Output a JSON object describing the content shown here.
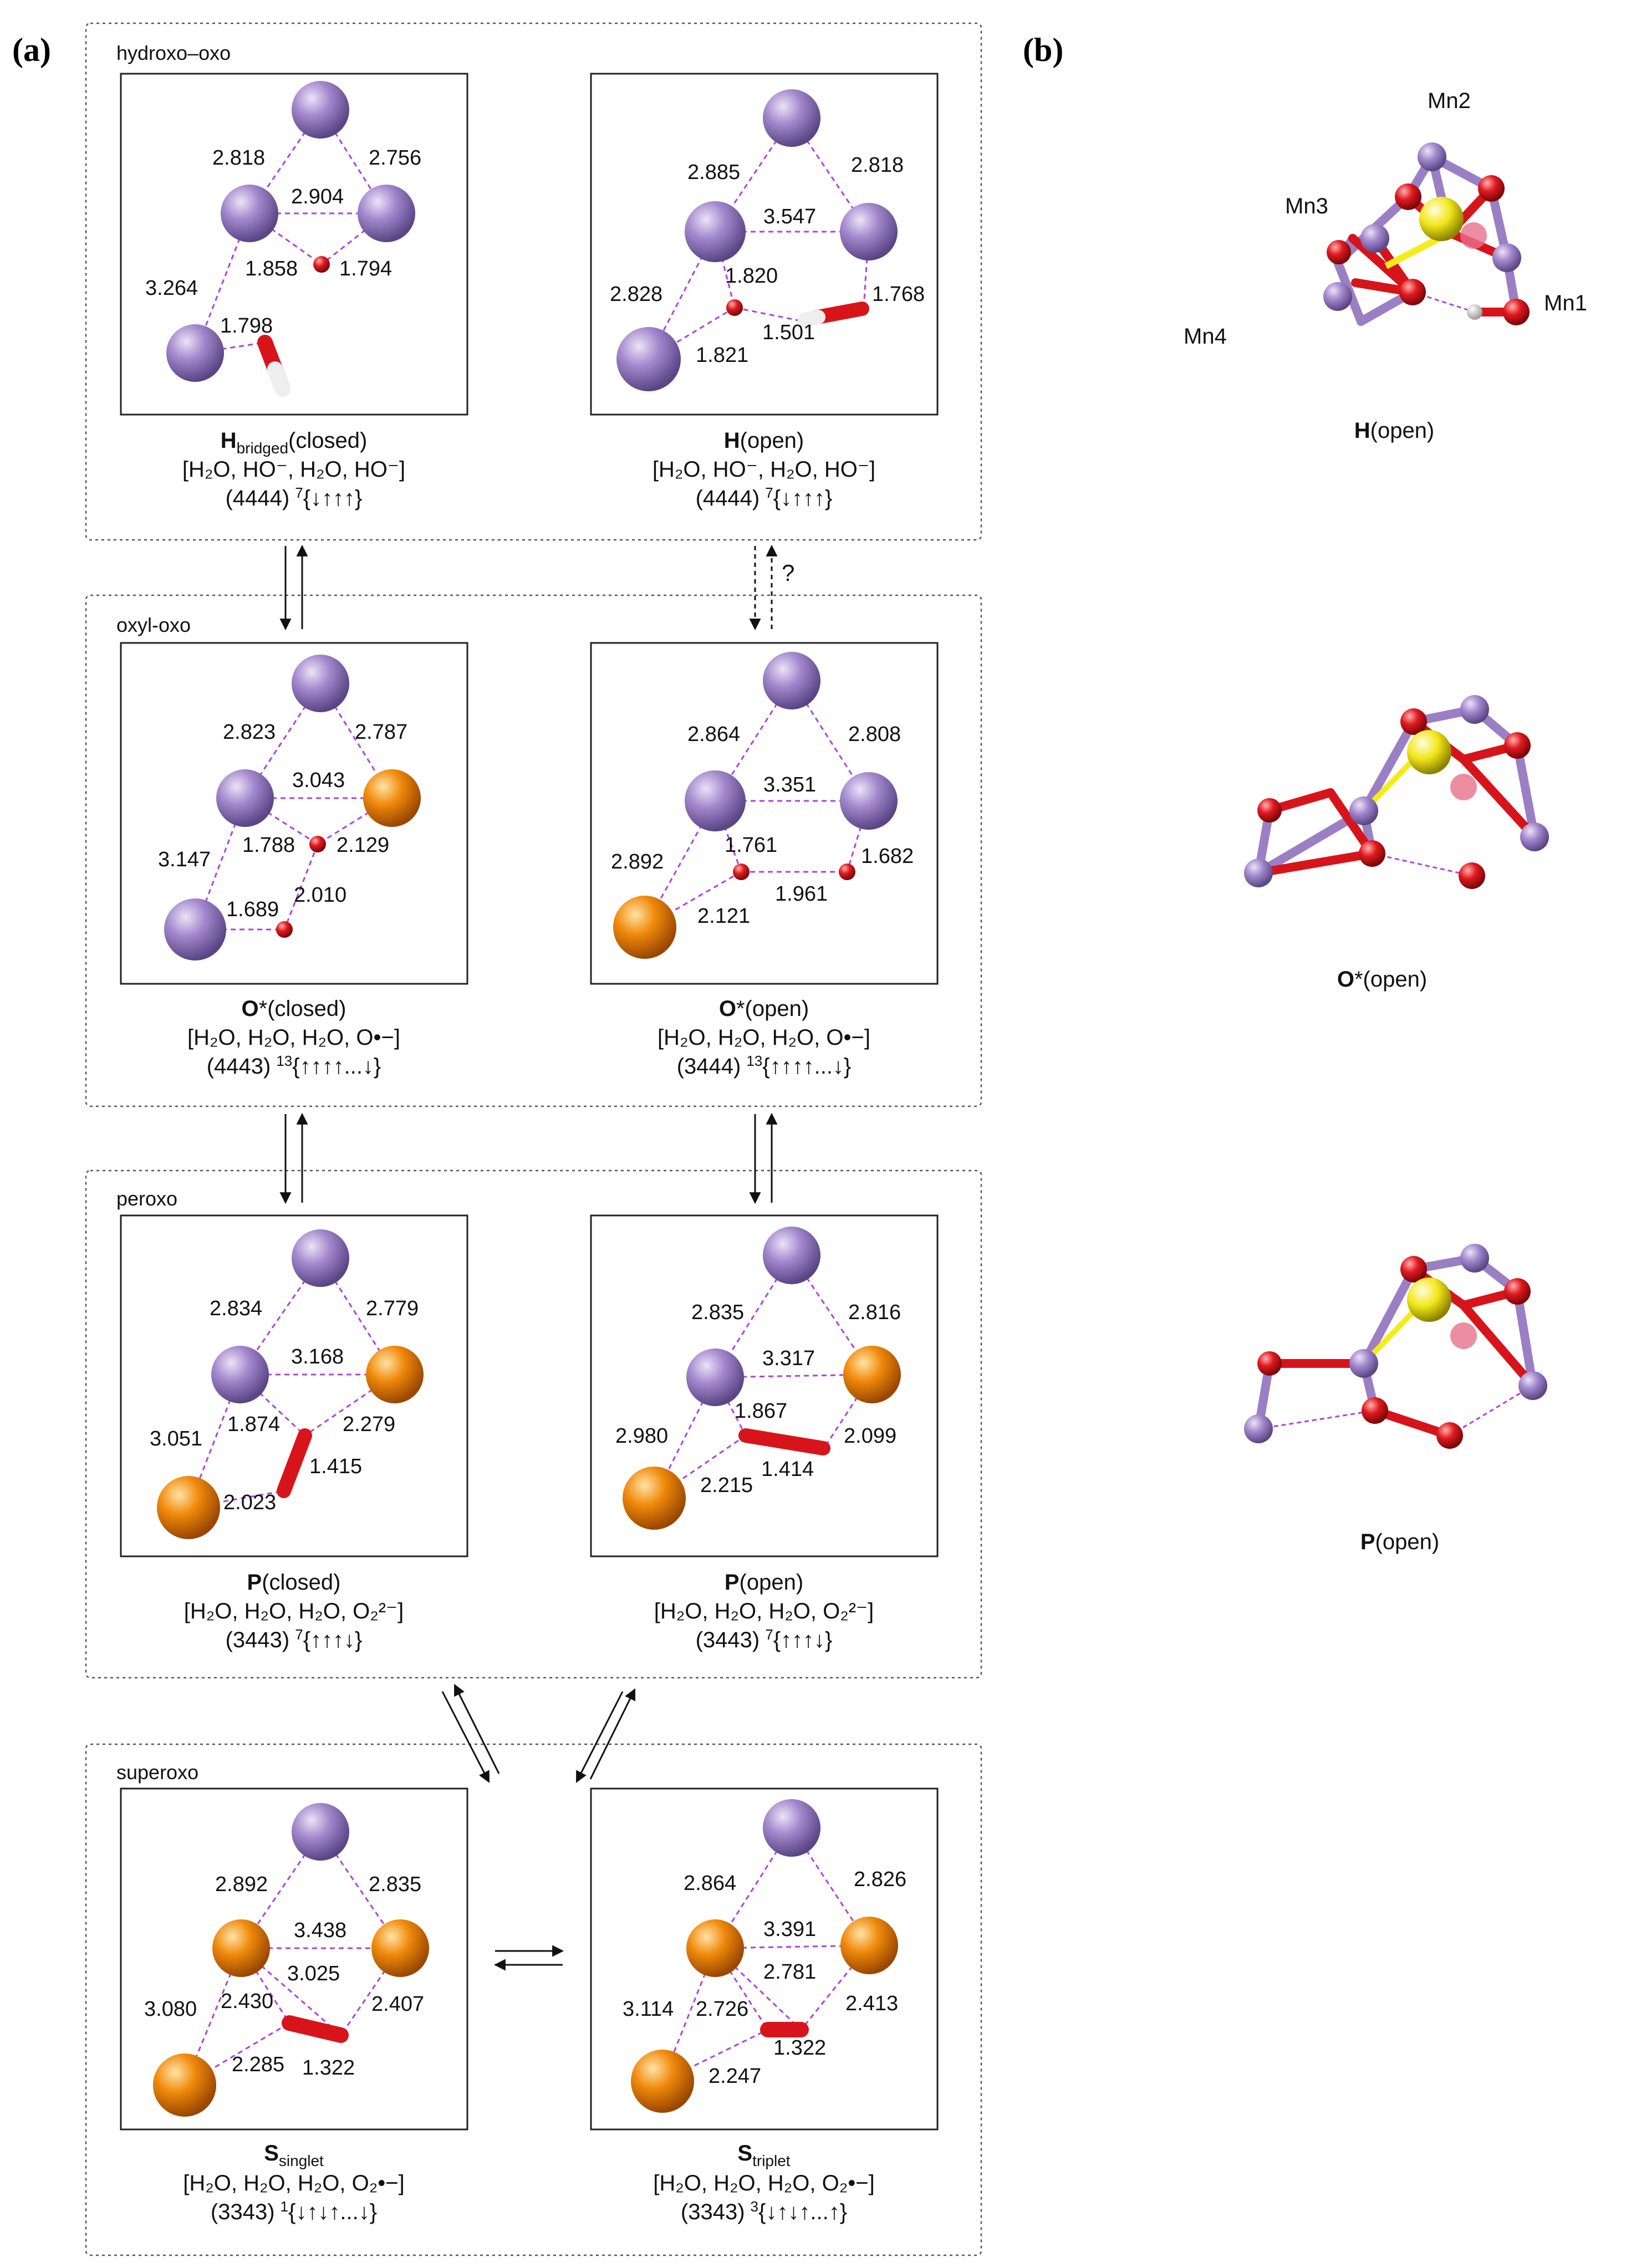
{
  "panels": {
    "a": "(a)",
    "b": "(b)"
  },
  "groups": [
    "hydroxo–oxo",
    "oxyl-oxo",
    "peroxo",
    "superoxo"
  ],
  "question_mark": "?",
  "states": {
    "h_closed": {
      "name_bold": "H",
      "name_sub": "bridged",
      "name_rest": "(closed)",
      "ligands": "[H₂O, HO⁻, H₂O, HO⁻]",
      "ox": "(4444)",
      "spin_mult": "7",
      "spin": "{↓↑↑↑}",
      "distances": [
        "2.818",
        "2.756",
        "2.904",
        "1.858",
        "1.794",
        "3.264",
        "1.798"
      ]
    },
    "h_open": {
      "name_bold": "H",
      "name_sub": "",
      "name_rest": "(open)",
      "ligands": "[H₂O, HO⁻, H₂O, HO⁻]",
      "ox": "(4444)",
      "spin_mult": "7",
      "spin": "{↓↑↑↑}",
      "distances": [
        "2.885",
        "2.818",
        "3.547",
        "1.820",
        "2.828",
        "1.768",
        "1.501",
        "1.821"
      ]
    },
    "o_closed": {
      "name_bold": "O",
      "name_sub": "",
      "name_rest": "*(closed)",
      "ligands": "[H₂O, H₂O, H₂O, O•−]",
      "ox": "(4443)",
      "spin_mult": "13",
      "spin": "{↑↑↑↑...↓}",
      "distances": [
        "2.823",
        "2.787",
        "3.043",
        "1.788",
        "2.129",
        "3.147",
        "2.010",
        "1.689"
      ]
    },
    "o_open": {
      "name_bold": "O",
      "name_sub": "",
      "name_rest": "*(open)",
      "ligands": "[H₂O, H₂O, H₂O, O•−]",
      "ox": "(3444)",
      "spin_mult": "13",
      "spin": "{↑↑↑↑...↓}",
      "distances": [
        "2.864",
        "2.808",
        "3.351",
        "1.761",
        "2.892",
        "1.682",
        "1.961",
        "2.121"
      ]
    },
    "p_closed": {
      "name_bold": "P",
      "name_sub": "",
      "name_rest": "(closed)",
      "ligands": "[H₂O, H₂O, H₂O, O₂²⁻]",
      "ox": "(3443)",
      "spin_mult": "7",
      "spin": "{↑↑↑↓}",
      "distances": [
        "2.834",
        "2.779",
        "3.168",
        "1.874",
        "2.279",
        "3.051",
        "1.415",
        "2.023"
      ]
    },
    "p_open": {
      "name_bold": "P",
      "name_sub": "",
      "name_rest": "(open)",
      "ligands": "[H₂O, H₂O, H₂O, O₂²⁻]",
      "ox": "(3443)",
      "spin_mult": "7",
      "spin": "{↑↑↑↓}",
      "distances": [
        "2.835",
        "2.816",
        "3.317",
        "1.867",
        "2.980",
        "2.099",
        "1.414",
        "2.215"
      ]
    },
    "s_singlet": {
      "name_bold": "S",
      "name_sub": "singlet",
      "name_rest": "",
      "ligands": "[H₂O, H₂O, H₂O, O₂•−]",
      "ox": "(3343)",
      "spin_mult": "1",
      "spin": "{↓↑↓↑...↓}",
      "distances": [
        "2.892",
        "2.835",
        "3.438",
        "3.025",
        "3.080",
        "2.430",
        "2.407",
        "2.285",
        "1.322"
      ]
    },
    "s_triplet": {
      "name_bold": "S",
      "name_sub": "triplet",
      "name_rest": "",
      "ligands": "[H₂O, H₂O, H₂O, O₂•−]",
      "ox": "(3343)",
      "spin_mult": "3",
      "spin": "{↓↑↓↑...↑}",
      "distances": [
        "2.864",
        "2.826",
        "3.391",
        "2.781",
        "3.114",
        "2.726",
        "2.413",
        "1.322",
        "2.247"
      ]
    }
  },
  "panel_b": {
    "mn_labels": [
      "Mn2",
      "Mn3",
      "Mn1",
      "Mn4"
    ],
    "captions": [
      {
        "bold": "H",
        "rest": "(open)"
      },
      {
        "bold": "O",
        "rest": "*(open)"
      },
      {
        "bold": "P",
        "rest": "(open)"
      }
    ]
  },
  "colors": {
    "mn_iv": "#9b7fc4",
    "mn_iii": "#f08a0c",
    "oxygen": "#d8141b",
    "calcium": "#f4ec1a",
    "hydrogen": "#eeeeee",
    "contact": "#b040e0"
  }
}
